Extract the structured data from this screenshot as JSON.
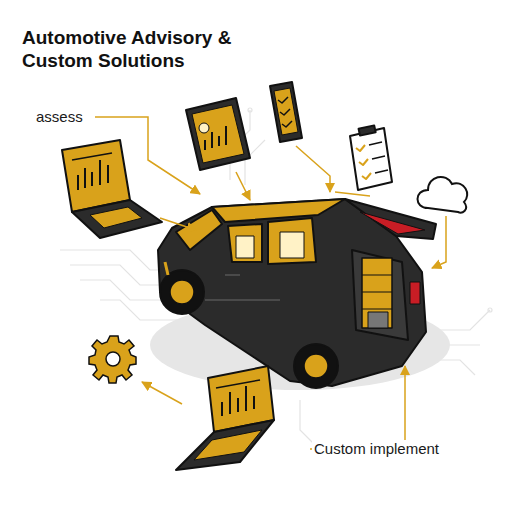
{
  "diagram": {
    "title": "Automotive Advisory & Custom Solutions",
    "labels": [
      "assess",
      "Custom implement"
    ]
  }
}
